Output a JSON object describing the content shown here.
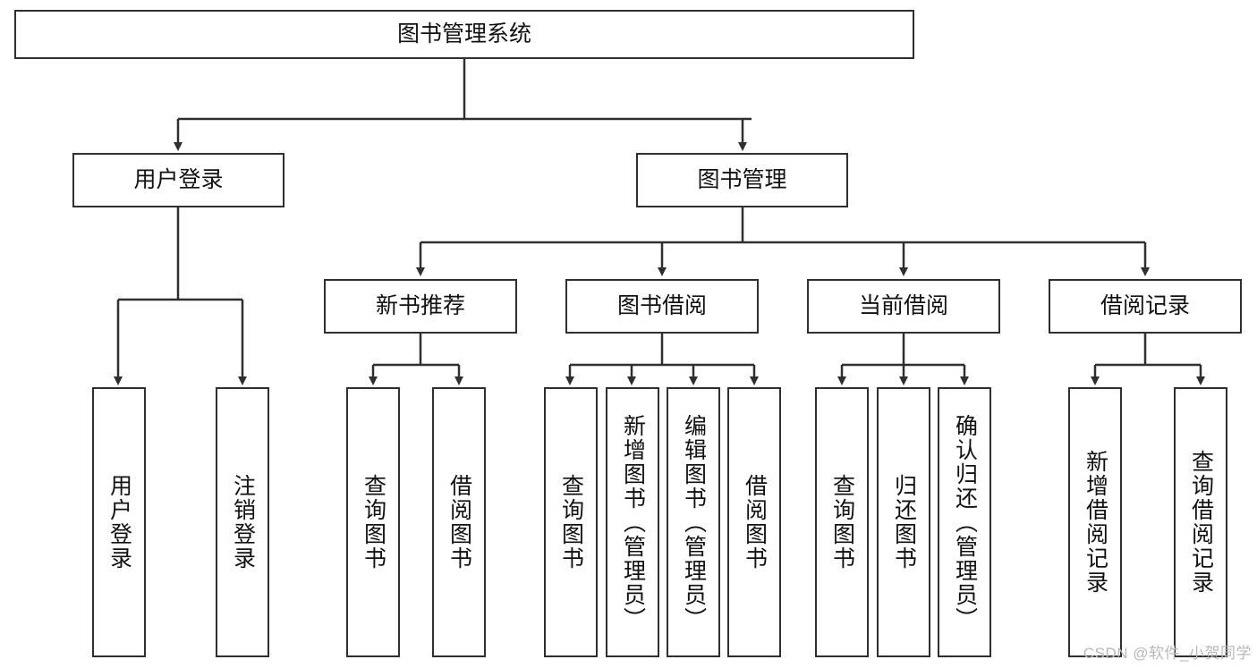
{
  "diagram": {
    "title": "图书管理系统",
    "type": "hierarchy-tree",
    "stroke_color": "#2f2f2f",
    "fill_color": "#ffffff",
    "text_color": "#111111",
    "root": {
      "label": "图书管理系统"
    },
    "level2": [
      {
        "label": "用户登录"
      },
      {
        "label": "图书管理"
      }
    ],
    "level3": [
      {
        "label": "新书推荐"
      },
      {
        "label": "图书借阅"
      },
      {
        "label": "当前借阅"
      },
      {
        "label": "借阅记录"
      }
    ],
    "leaves": {
      "user_login": [
        {
          "label": "用户登录"
        },
        {
          "label": "注销登录"
        }
      ],
      "new_book": [
        {
          "label": "查询图书"
        },
        {
          "label": "借阅图书"
        }
      ],
      "book_borrow": [
        {
          "label": "查询图书"
        },
        {
          "label": "新增图书（管理员）"
        },
        {
          "label": "编辑图书（管理员）"
        },
        {
          "label": "借阅图书"
        }
      ],
      "current_borrow": [
        {
          "label": "查询图书"
        },
        {
          "label": "归还图书"
        },
        {
          "label": "确认归还（管理员）"
        }
      ],
      "borrow_record": [
        {
          "label": "新增借阅记录"
        },
        {
          "label": "查询借阅记录"
        }
      ]
    }
  },
  "watermark": {
    "text": "CSDN @软件_小贺同学"
  }
}
